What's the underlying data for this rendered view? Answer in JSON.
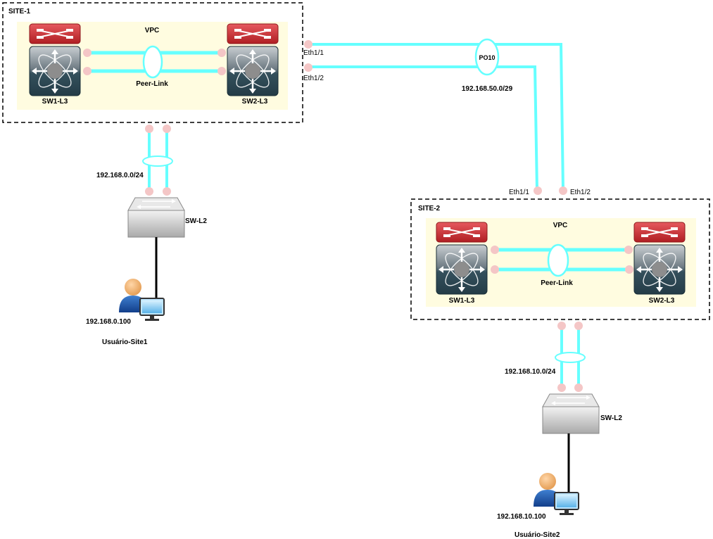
{
  "sites": [
    {
      "name": "SITE-1",
      "vpc_label": "VPC",
      "peer_link_label": "Peer-Link",
      "switch_left": "SW1-L3",
      "switch_right": "SW2-L3",
      "access_subnet": "192.168.0.0/24",
      "l2_switch": "SW-L2",
      "host_ip": "192.168.0.100",
      "user": "Usuário-Site1"
    },
    {
      "name": "SITE-2",
      "vpc_label": "VPC",
      "peer_link_label": "Peer-Link",
      "switch_left": "SW1-L3",
      "switch_right": "SW2-L3",
      "access_subnet": "192.168.10.0/24",
      "l2_switch": "SW-L2",
      "host_ip": "192.168.10.100",
      "user": "Usuário-Site2"
    }
  ],
  "wan": {
    "port_channel": "PO10",
    "subnet": "192.168.50.0/29",
    "site1_ports": [
      "Eth1/1",
      "Eth1/2"
    ],
    "site2_ports": [
      "Eth1/1",
      "Eth1/2"
    ]
  },
  "colors": {
    "link": "#66ffff",
    "port": "#f4c6c6",
    "vpc_bg": "#fffce0",
    "switch_red": "#c8282d",
    "switch_dark": "#2e4a56"
  }
}
